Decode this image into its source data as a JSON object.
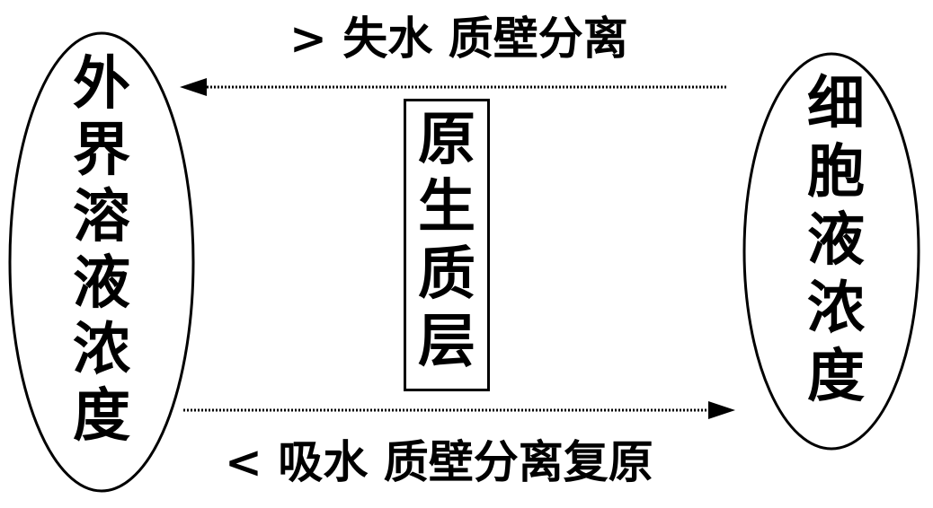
{
  "diagram": {
    "left_node": {
      "chars": [
        "外",
        "界",
        "溶",
        "液",
        "浓",
        "度"
      ]
    },
    "right_node": {
      "chars": [
        "细",
        "胞",
        "液",
        "浓",
        "度"
      ]
    },
    "center_node": {
      "chars": [
        "原",
        "生",
        "质",
        "层"
      ]
    },
    "top_arrow": {
      "label": "> 失水 质壁分离",
      "direction": "right-to-left"
    },
    "bottom_arrow": {
      "label": "< 吸水 质壁分离复原",
      "direction": "left-to-right"
    }
  }
}
